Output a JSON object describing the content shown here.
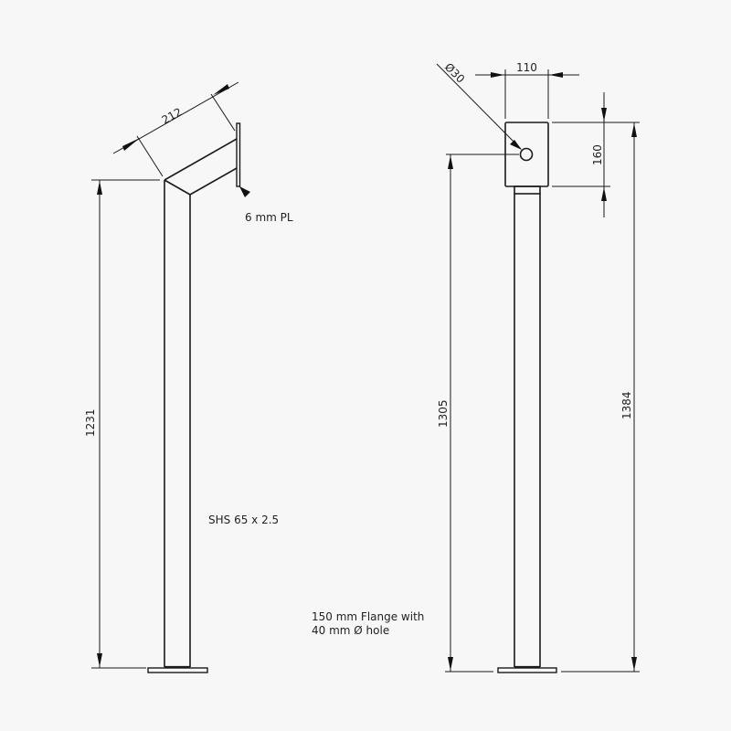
{
  "drawing": {
    "left_view": {
      "arm_length": "212",
      "plate_label": "6 mm PL",
      "pole_height": "1231",
      "section_label": "SHS 65 x 2.5"
    },
    "right_view": {
      "hole_diameter": "Ø30",
      "plate_width": "110",
      "plate_height": "160",
      "hole_height": "1305",
      "total_height": "1384",
      "flange_note_line1": "150 mm Flange with",
      "flange_note_line2": "40 mm Ø hole"
    },
    "colors": {
      "background": "#f7f7f7",
      "line": "#1a1a1a"
    }
  }
}
